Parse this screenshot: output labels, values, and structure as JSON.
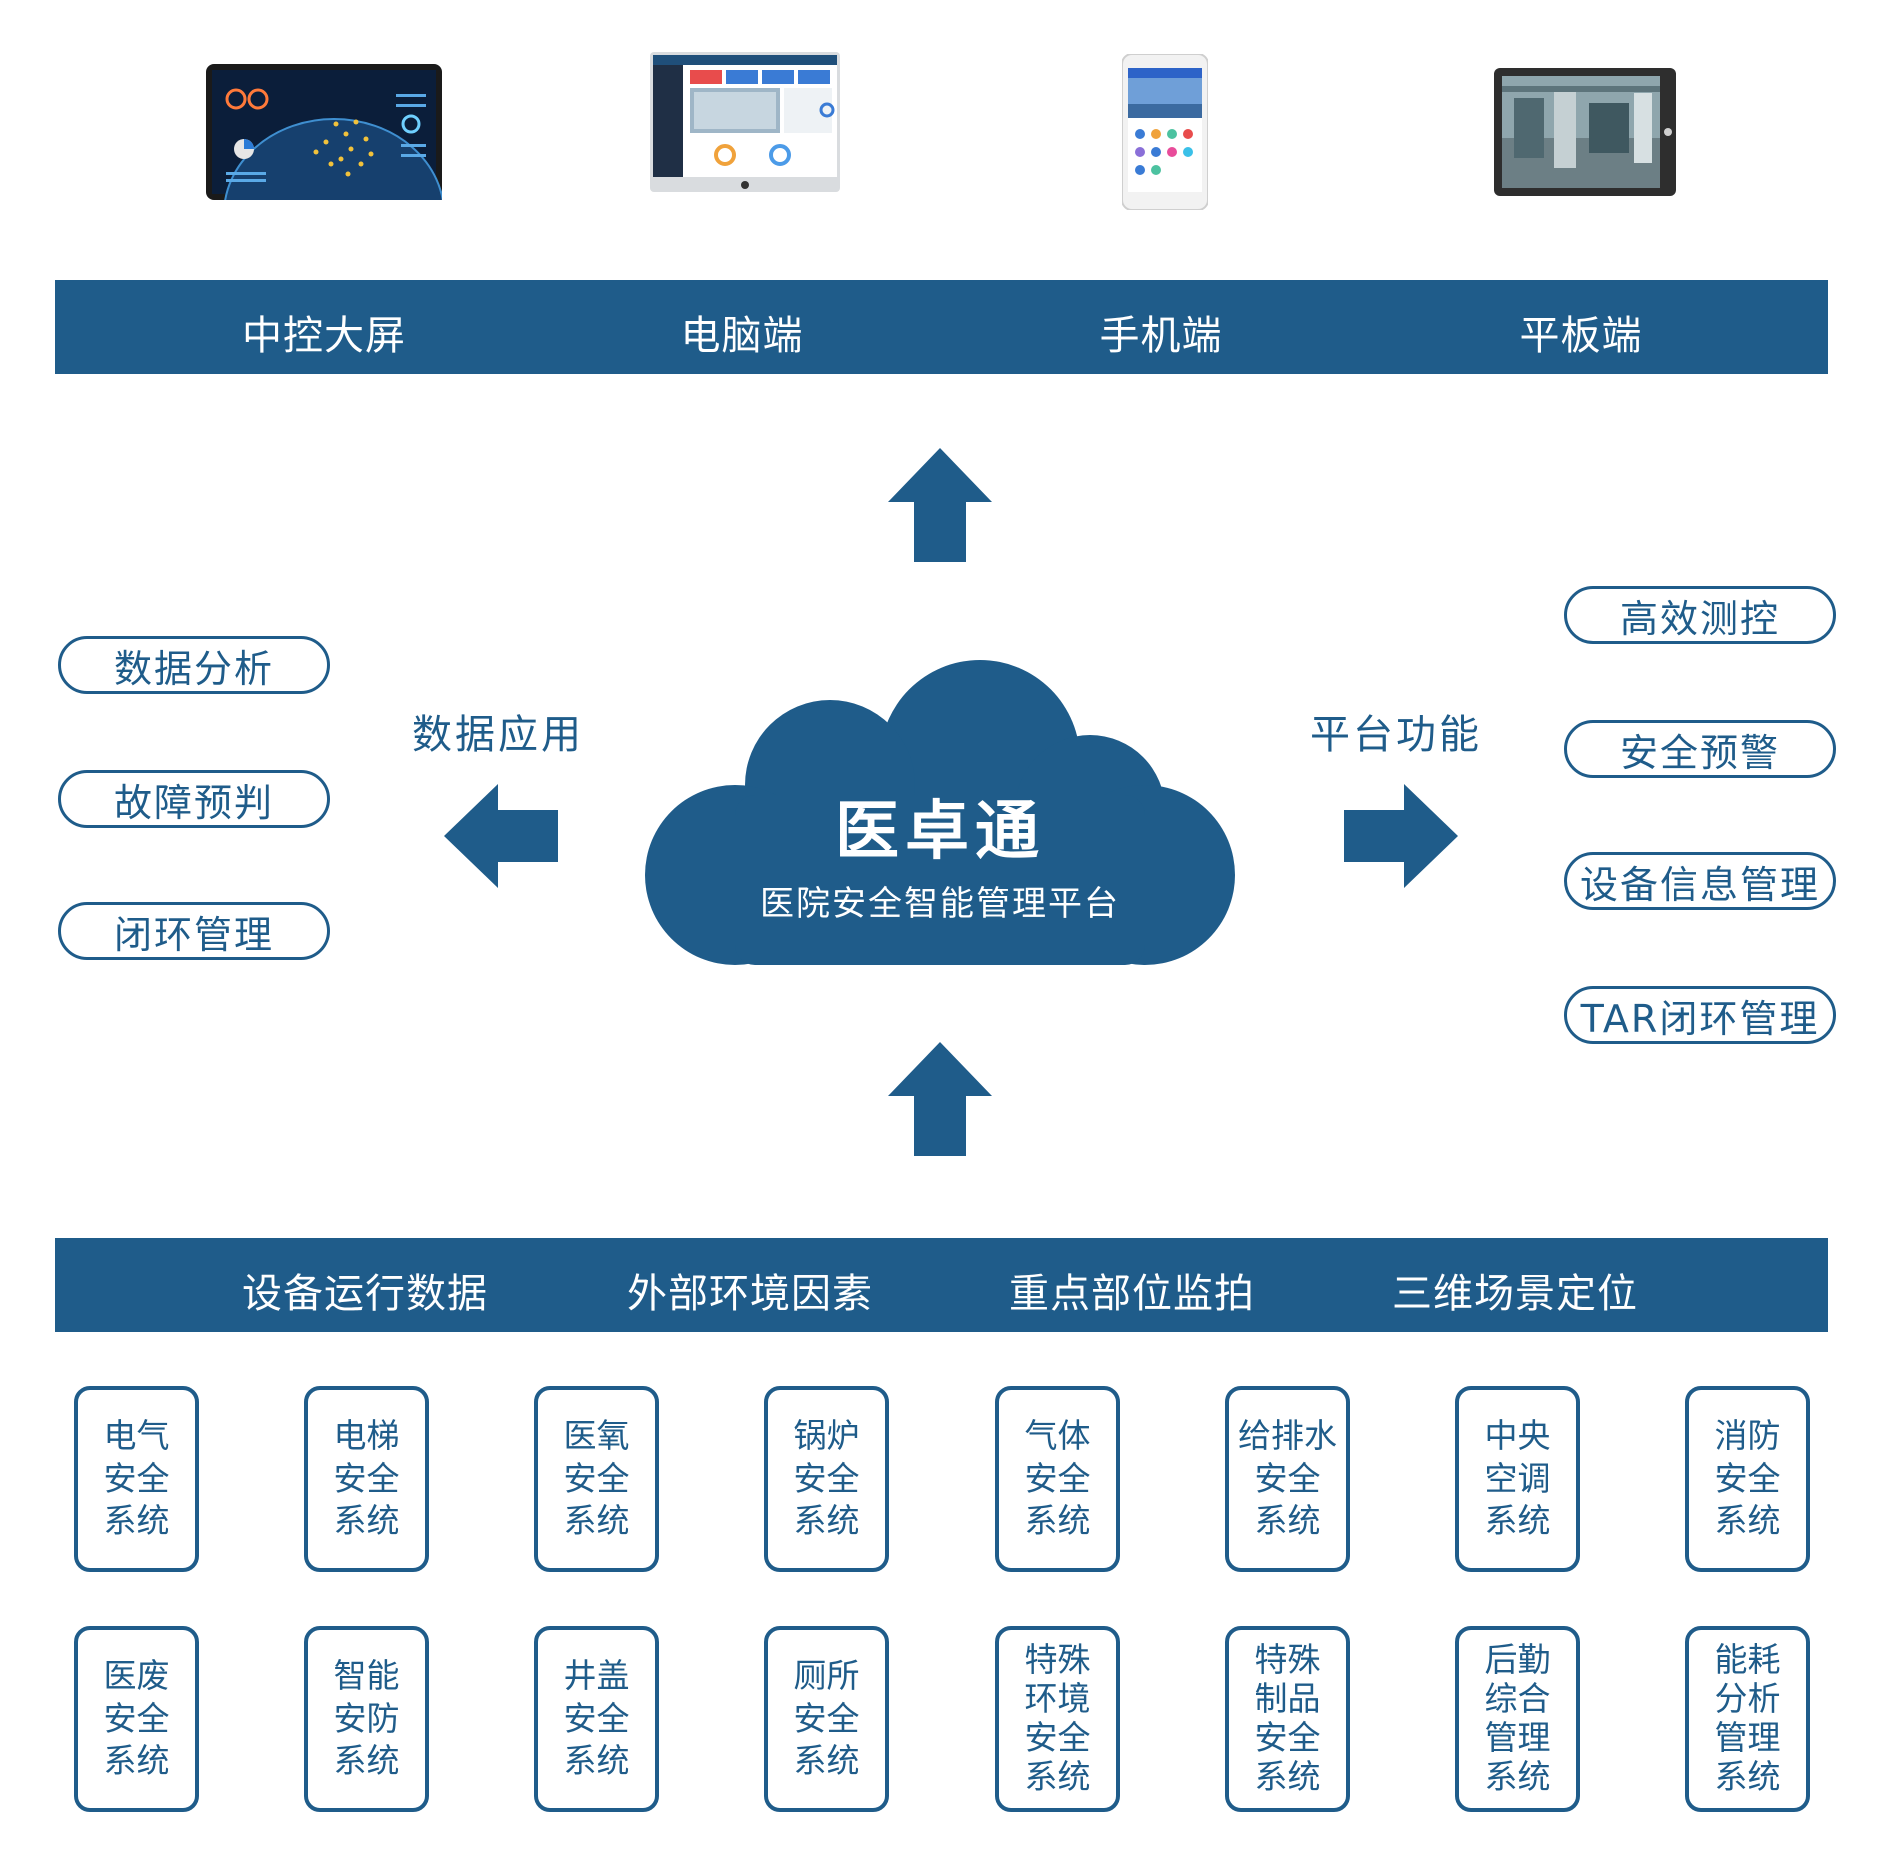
{
  "colors": {
    "primary": "#1f5c8a",
    "background": "#ffffff"
  },
  "terminals": [
    {
      "label": "中控大屏",
      "device": "large-screen-display"
    },
    {
      "label": "电脑端",
      "device": "desktop-monitor"
    },
    {
      "label": "手机端",
      "device": "mobile-phone"
    },
    {
      "label": "平板端",
      "device": "tablet"
    }
  ],
  "cloud": {
    "title": "医卓通",
    "subtitle": "医院安全智能管理平台"
  },
  "data_application": {
    "title": "数据应用",
    "items": [
      "数据分析",
      "故障预判",
      "闭环管理"
    ]
  },
  "platform_functions": {
    "title": "平台功能",
    "items": [
      "高效测控",
      "安全预警",
      "设备信息管理",
      "TAR闭环管理"
    ]
  },
  "data_sources": [
    "设备运行数据",
    "外部环境因素",
    "重点部位监拍",
    "三维场景定位"
  ],
  "subsystems": {
    "row1": [
      [
        "电气",
        "安全",
        "系统"
      ],
      [
        "电梯",
        "安全",
        "系统"
      ],
      [
        "医氧",
        "安全",
        "系统"
      ],
      [
        "锅炉",
        "安全",
        "系统"
      ],
      [
        "气体",
        "安全",
        "系统"
      ],
      [
        "给排水",
        "安全",
        "系统"
      ],
      [
        "中央",
        "空调",
        "系统"
      ],
      [
        "消防",
        "安全",
        "系统"
      ]
    ],
    "row2": [
      [
        "医废",
        "安全",
        "系统"
      ],
      [
        "智能",
        "安防",
        "系统"
      ],
      [
        "井盖",
        "安全",
        "系统"
      ],
      [
        "厕所",
        "安全",
        "系统"
      ],
      [
        "特殊",
        "环境",
        "安全",
        "系统"
      ],
      [
        "特殊",
        "制品",
        "安全",
        "系统"
      ],
      [
        "后勤",
        "综合",
        "管理",
        "系统"
      ],
      [
        "能耗",
        "分析",
        "管理",
        "系统"
      ]
    ]
  }
}
